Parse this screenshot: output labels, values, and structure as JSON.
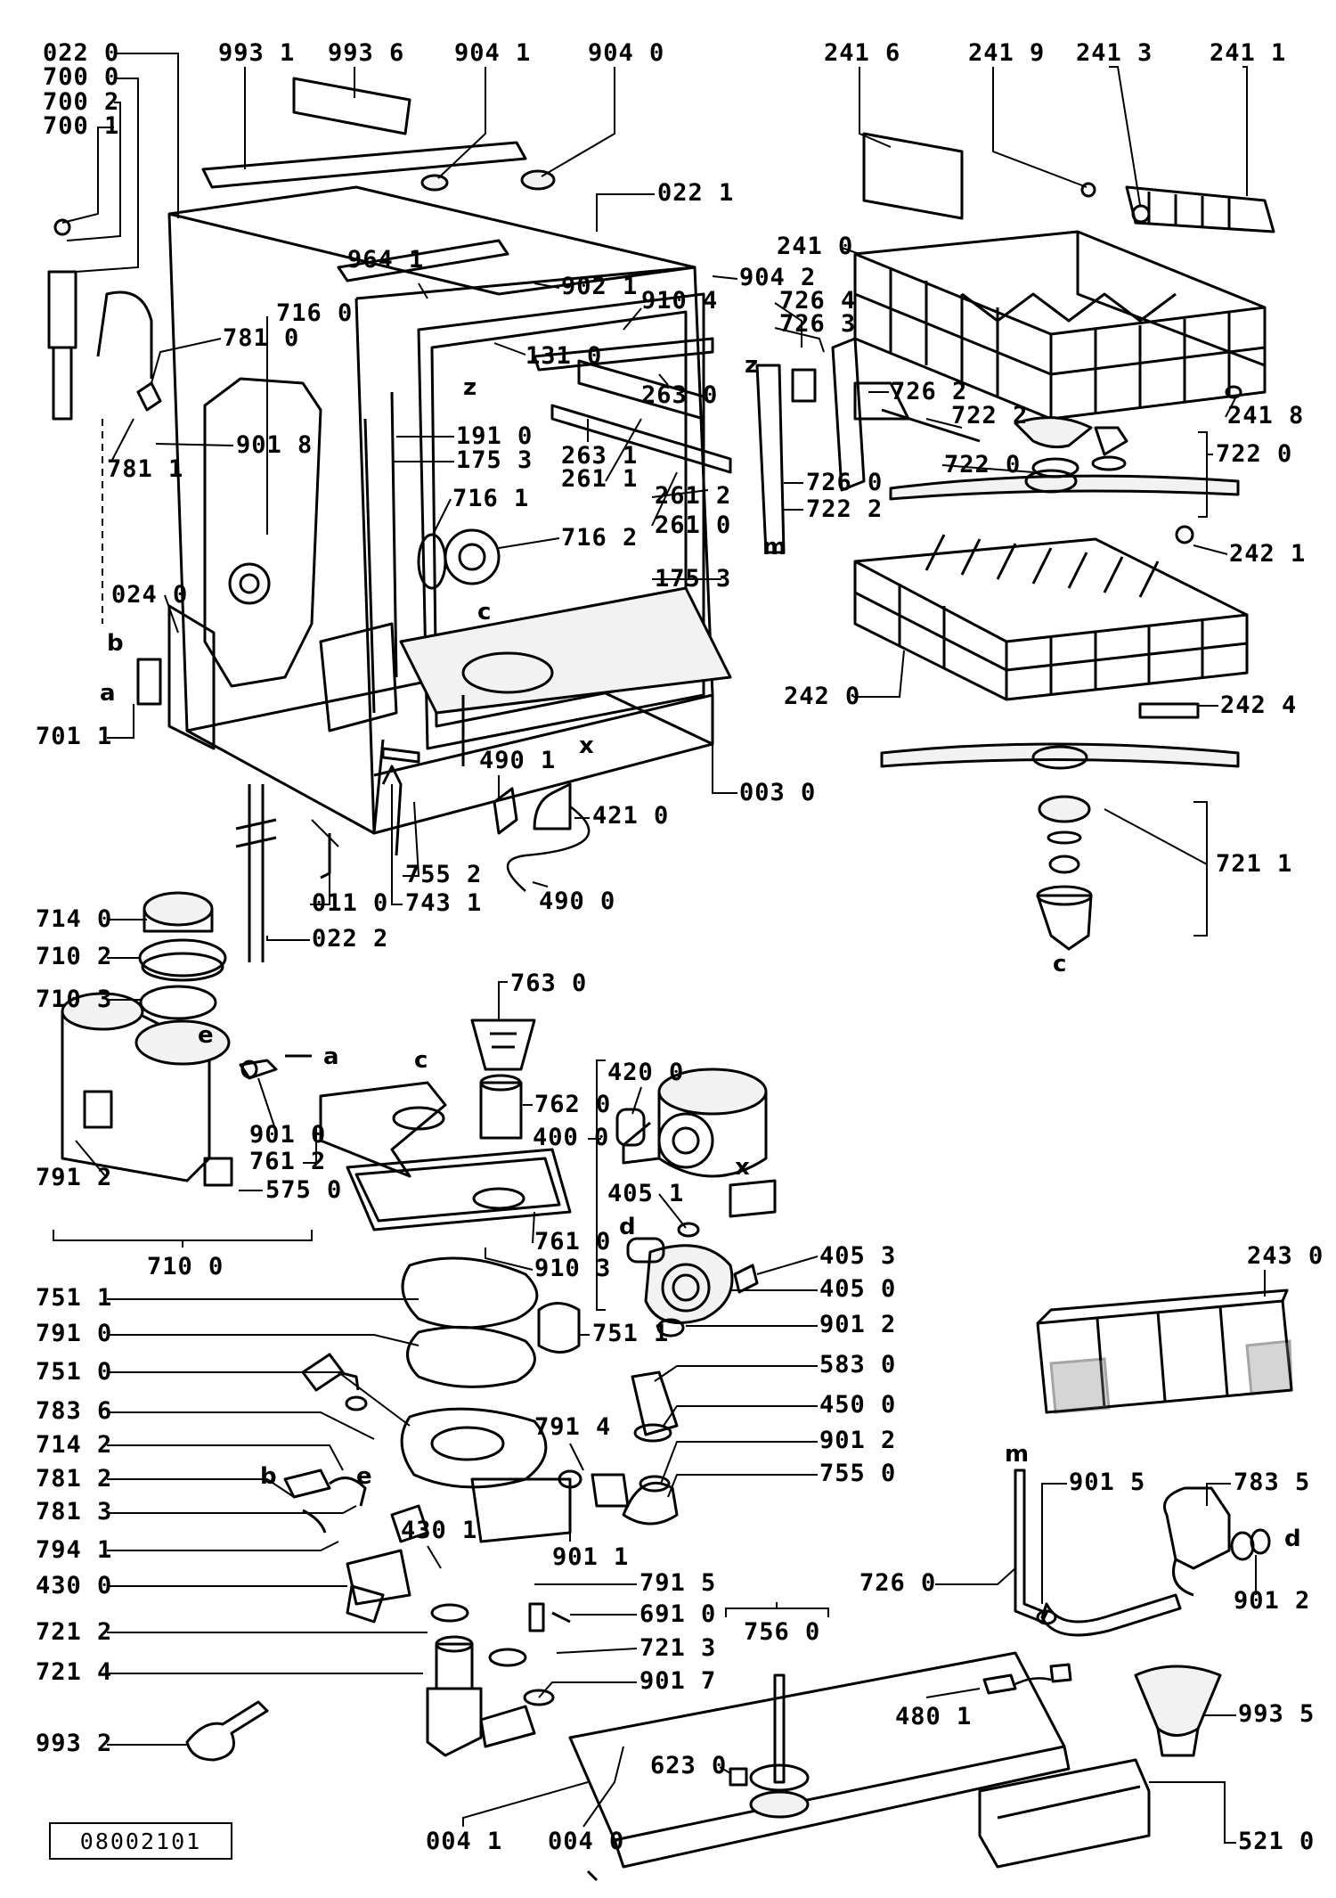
{
  "document_ref": "08002101",
  "labels": [
    {
      "id": "022-0",
      "text": "022 0"
    },
    {
      "id": "700-0",
      "text": "700 0"
    },
    {
      "id": "700-2",
      "text": "700 2"
    },
    {
      "id": "700-1",
      "text": "700 1"
    },
    {
      "id": "993-1",
      "text": "993 1"
    },
    {
      "id": "993-6",
      "text": "993 6"
    },
    {
      "id": "904-1",
      "text": "904 1"
    },
    {
      "id": "904-0",
      "text": "904 0"
    },
    {
      "id": "022-1",
      "text": "022 1"
    },
    {
      "id": "964-1",
      "text": "964 1"
    },
    {
      "id": "902-1",
      "text": "902 1"
    },
    {
      "id": "904-2",
      "text": "904 2"
    },
    {
      "id": "910-4",
      "text": "910 4"
    },
    {
      "id": "131-0",
      "text": "131 0"
    },
    {
      "id": "263-0",
      "text": "263 0"
    },
    {
      "id": "716-0",
      "text": "716 0"
    },
    {
      "id": "781-0",
      "text": "781 0"
    },
    {
      "id": "901-8",
      "text": "901 8"
    },
    {
      "id": "781-1",
      "text": "781 1"
    },
    {
      "id": "191-0",
      "text": "191 0"
    },
    {
      "id": "175-3a",
      "text": "175 3"
    },
    {
      "id": "263-1",
      "text": "263 1"
    },
    {
      "id": "261-1",
      "text": "261 1"
    },
    {
      "id": "261-2",
      "text": "261 2"
    },
    {
      "id": "261-0",
      "text": "261 0"
    },
    {
      "id": "716-1",
      "text": "716 1"
    },
    {
      "id": "716-2",
      "text": "716 2"
    },
    {
      "id": "175-3b",
      "text": "175 3"
    },
    {
      "id": "024-0",
      "text": "024 0"
    },
    {
      "id": "701-1",
      "text": "701 1"
    },
    {
      "id": "003-0",
      "text": "003 0"
    },
    {
      "id": "490-1",
      "text": "490 1"
    },
    {
      "id": "421-0",
      "text": "421 0"
    },
    {
      "id": "490-0",
      "text": "490 0"
    },
    {
      "id": "755-2",
      "text": "755 2"
    },
    {
      "id": "743-1",
      "text": "743 1"
    },
    {
      "id": "011-0",
      "text": "011 0"
    },
    {
      "id": "022-2",
      "text": "022 2"
    },
    {
      "id": "241-6",
      "text": "241 6"
    },
    {
      "id": "241-9",
      "text": "241 9"
    },
    {
      "id": "241-3",
      "text": "241 3"
    },
    {
      "id": "241-1",
      "text": "241 1"
    },
    {
      "id": "241-0",
      "text": "241 0"
    },
    {
      "id": "726-4",
      "text": "726 4"
    },
    {
      "id": "726-3",
      "text": "726 3"
    },
    {
      "id": "726-2",
      "text": "726 2"
    },
    {
      "id": "722-2a",
      "text": "722 2"
    },
    {
      "id": "241-8",
      "text": "241 8"
    },
    {
      "id": "722-0a",
      "text": "722 0"
    },
    {
      "id": "722-0b",
      "text": "722 0"
    },
    {
      "id": "726-0a",
      "text": "726 0"
    },
    {
      "id": "722-2b",
      "text": "722 2"
    },
    {
      "id": "242-1",
      "text": "242 1"
    },
    {
      "id": "242-0",
      "text": "242 0"
    },
    {
      "id": "242-4",
      "text": "242 4"
    },
    {
      "id": "721-1",
      "text": "721 1"
    },
    {
      "id": "714-0",
      "text": "714 0"
    },
    {
      "id": "710-2",
      "text": "710 2"
    },
    {
      "id": "710-3",
      "text": "710 3"
    },
    {
      "id": "901-0",
      "text": "901 0"
    },
    {
      "id": "761-2",
      "text": "761 2"
    },
    {
      "id": "575-0",
      "text": "575 0"
    },
    {
      "id": "791-2",
      "text": "791 2"
    },
    {
      "id": "710-0",
      "text": "710 0"
    },
    {
      "id": "763-0",
      "text": "763 0"
    },
    {
      "id": "762-0",
      "text": "762 0"
    },
    {
      "id": "420-0",
      "text": "420 0"
    },
    {
      "id": "400-0",
      "text": "400 0"
    },
    {
      "id": "405-1",
      "text": "405 1"
    },
    {
      "id": "761-0",
      "text": "761 0"
    },
    {
      "id": "910-3",
      "text": "910 3"
    },
    {
      "id": "405-3",
      "text": "405 3"
    },
    {
      "id": "405-0",
      "text": "405 0"
    },
    {
      "id": "243-0",
      "text": "243 0"
    },
    {
      "id": "751-1a",
      "text": "751 1"
    },
    {
      "id": "751-1b",
      "text": "751 1"
    },
    {
      "id": "901-2a",
      "text": "901 2"
    },
    {
      "id": "791-0",
      "text": "791 0"
    },
    {
      "id": "751-0",
      "text": "751 0"
    },
    {
      "id": "583-0",
      "text": "583 0"
    },
    {
      "id": "783-6",
      "text": "783 6"
    },
    {
      "id": "450-0",
      "text": "450 0"
    },
    {
      "id": "791-4",
      "text": "791 4"
    },
    {
      "id": "714-2",
      "text": "714 2"
    },
    {
      "id": "901-2b",
      "text": "901 2"
    },
    {
      "id": "781-2",
      "text": "781 2"
    },
    {
      "id": "755-0",
      "text": "755 0"
    },
    {
      "id": "781-3",
      "text": "781 3"
    },
    {
      "id": "430-1",
      "text": "430 1"
    },
    {
      "id": "794-1",
      "text": "794 1"
    },
    {
      "id": "901-1",
      "text": "901 1"
    },
    {
      "id": "430-0",
      "text": "430 0"
    },
    {
      "id": "791-5",
      "text": "791 5"
    },
    {
      "id": "901-5",
      "text": "901 5"
    },
    {
      "id": "783-5",
      "text": "783 5"
    },
    {
      "id": "691-0",
      "text": "691 0"
    },
    {
      "id": "726-0b",
      "text": "726 0"
    },
    {
      "id": "901-2c",
      "text": "901 2"
    },
    {
      "id": "721-2",
      "text": "721 2"
    },
    {
      "id": "721-3",
      "text": "721 3"
    },
    {
      "id": "756-0",
      "text": "756 0"
    },
    {
      "id": "721-4",
      "text": "721 4"
    },
    {
      "id": "901-7",
      "text": "901 7"
    },
    {
      "id": "480-1",
      "text": "480 1"
    },
    {
      "id": "993-5",
      "text": "993 5"
    },
    {
      "id": "623-0",
      "text": "623 0"
    },
    {
      "id": "993-2",
      "text": "993 2"
    },
    {
      "id": "004-1",
      "text": "004 1"
    },
    {
      "id": "004-0",
      "text": "004 0"
    },
    {
      "id": "521-0",
      "text": "521 0"
    }
  ],
  "letters": {
    "a1": "a",
    "b1": "b",
    "c1": "c",
    "x1": "x",
    "z1": "z",
    "z2": "z",
    "m1": "m",
    "c2": "c",
    "e1": "e",
    "a2": "a",
    "c3": "c",
    "x2": "x",
    "d1": "d",
    "m2": "m",
    "d2": "d",
    "b2": "b",
    "e2": "e"
  }
}
